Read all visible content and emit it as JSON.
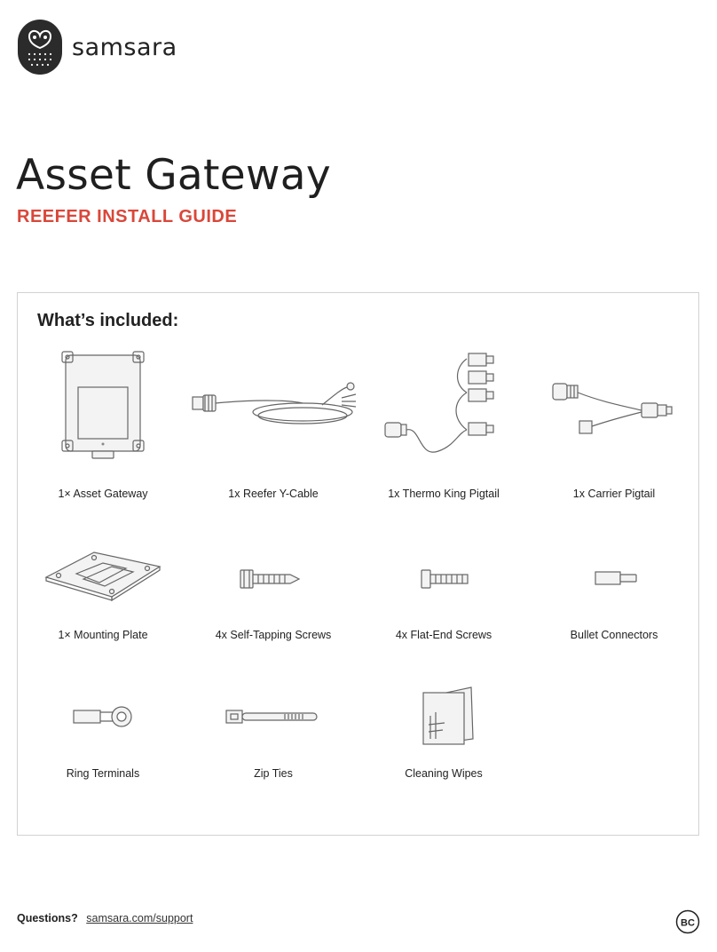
{
  "brand": {
    "name": "samsara"
  },
  "document": {
    "title": "Asset Gateway",
    "subtitle": "REEFER INSTALL GUIDE"
  },
  "included": {
    "heading": "What’s included:",
    "items": [
      {
        "label": "1× Asset Gateway",
        "icon": "asset-gateway-icon"
      },
      {
        "label": "1x Reefer Y-Cable",
        "icon": "reefer-y-cable-icon"
      },
      {
        "label": "1x Thermo King Pigtail",
        "icon": "thermo-king-pigtail-icon"
      },
      {
        "label": "1x Carrier Pigtail",
        "icon": "carrier-pigtail-icon"
      },
      {
        "label": "1× Mounting Plate",
        "icon": "mounting-plate-icon"
      },
      {
        "label": "4x Self-Tapping Screws",
        "icon": "self-tapping-screw-icon"
      },
      {
        "label": "4x Flat-End Screws",
        "icon": "flat-end-screw-icon"
      },
      {
        "label": "Bullet Connectors",
        "icon": "bullet-connector-icon"
      },
      {
        "label": "Ring Terminals",
        "icon": "ring-terminal-icon"
      },
      {
        "label": "Zip Ties",
        "icon": "zip-tie-icon"
      },
      {
        "label": "Cleaning Wipes",
        "icon": "cleaning-wipes-icon"
      }
    ]
  },
  "footer": {
    "question": "Questions?",
    "link": "samsara.com/support",
    "badge": "BC"
  },
  "colors": {
    "accent": "#d9473a",
    "text": "#222222",
    "border": "#d2d2d2"
  }
}
